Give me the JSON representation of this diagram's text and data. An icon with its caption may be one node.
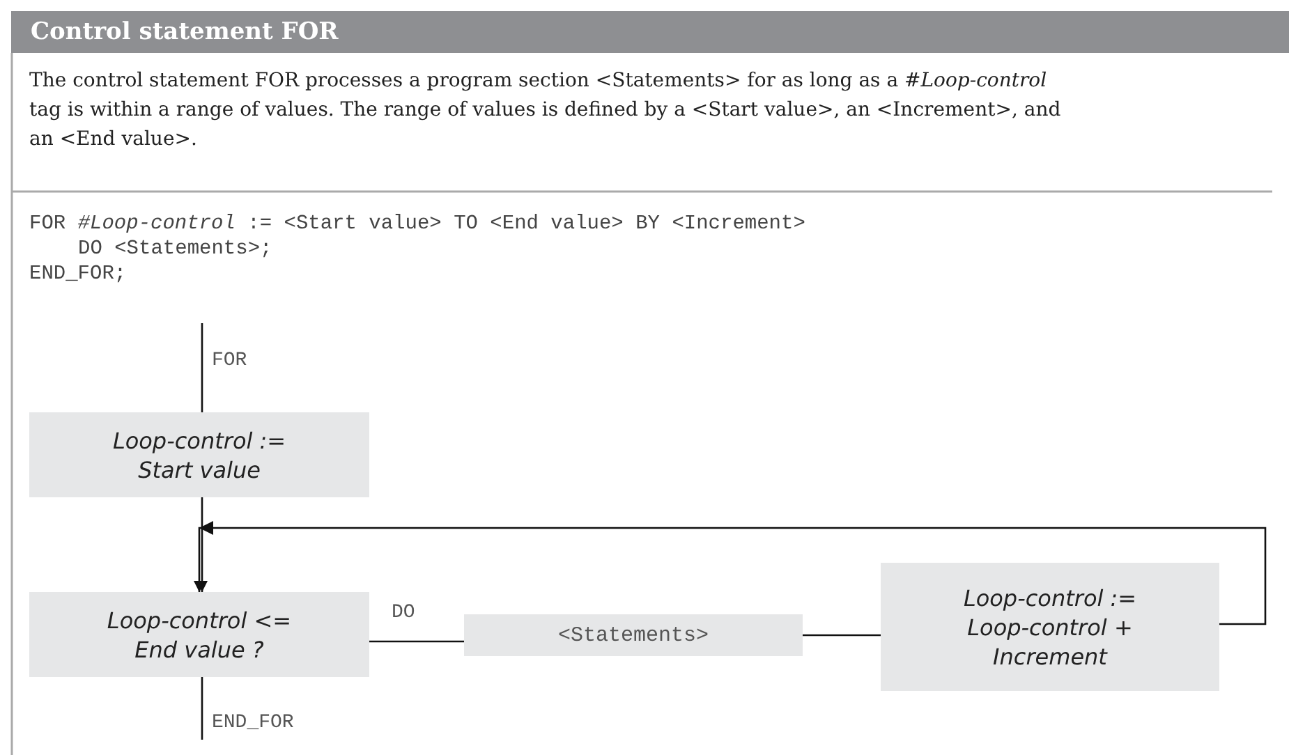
{
  "diagram": {
    "title": "Control statement FOR",
    "nodes": [
      {
        "text": [
          "Loop-control := Start value"
        ]
      },
      {
        "text": [
          "Loop-control <= End value ?"
        ]
      },
      {
        "text": [
          "<Statements>"
        ]
      },
      {
        "text": [
          "Loop-control := Loop-control + Increment"
        ]
      }
    ],
    "edges": [
      {
        "from": null,
        "to": 0,
        "arrow": "none",
        "label": "FOR"
      },
      {
        "from": 0,
        "to": 1,
        "arrow": "to"
      },
      {
        "from": 1,
        "to": 2,
        "arrow": "none",
        "label": "DO"
      },
      {
        "from": 2,
        "to": 3,
        "arrow": "none"
      },
      {
        "from": 3,
        "to": 1,
        "arrow": "to"
      },
      {
        "from": 1,
        "to": null,
        "arrow": "none",
        "label": "END_FOR"
      }
    ],
    "labels": [
      "The control statement FOR processes a program section <Statements> for as long as a *#Loop-control* tag is within a range of values. The range of values is defined by a <Start value>, an <Increment>, and an <End value>.",
      "FOR *#Loop-control* := <Start value> TO <End value> BY <Increment>",
      "DO <Statements>;",
      "END_FOR;"
    ]
  }
}
